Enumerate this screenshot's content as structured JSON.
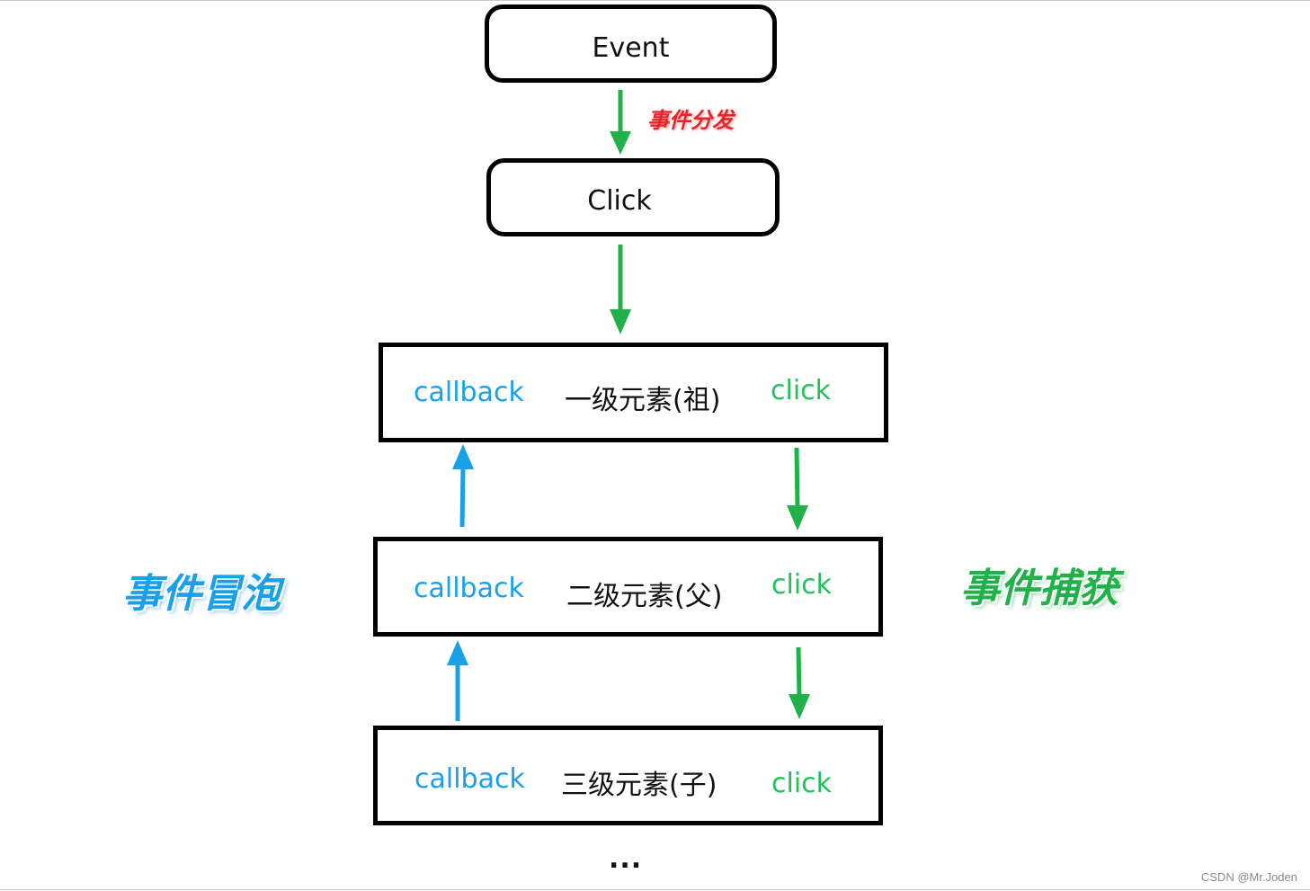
{
  "nodes": {
    "event": "Event",
    "click": "Click"
  },
  "dispatch_label": "事件分发",
  "levels": [
    {
      "callback": "callback",
      "name": "一级元素(祖)",
      "click": "click"
    },
    {
      "callback": "callback",
      "name": "二级元素(父)",
      "click": "click"
    },
    {
      "callback": "callback",
      "name": "三级元素(子)",
      "click": "click"
    }
  ],
  "bubble_label": "事件冒泡",
  "capture_label": "事件捕获",
  "ellipsis": "...",
  "watermark": "CSDN @Mr.Joden",
  "colors": {
    "capture_arrow": "#22b04a",
    "bubble_arrow": "#1aa0e6",
    "dispatch_text": "#e8232a"
  }
}
